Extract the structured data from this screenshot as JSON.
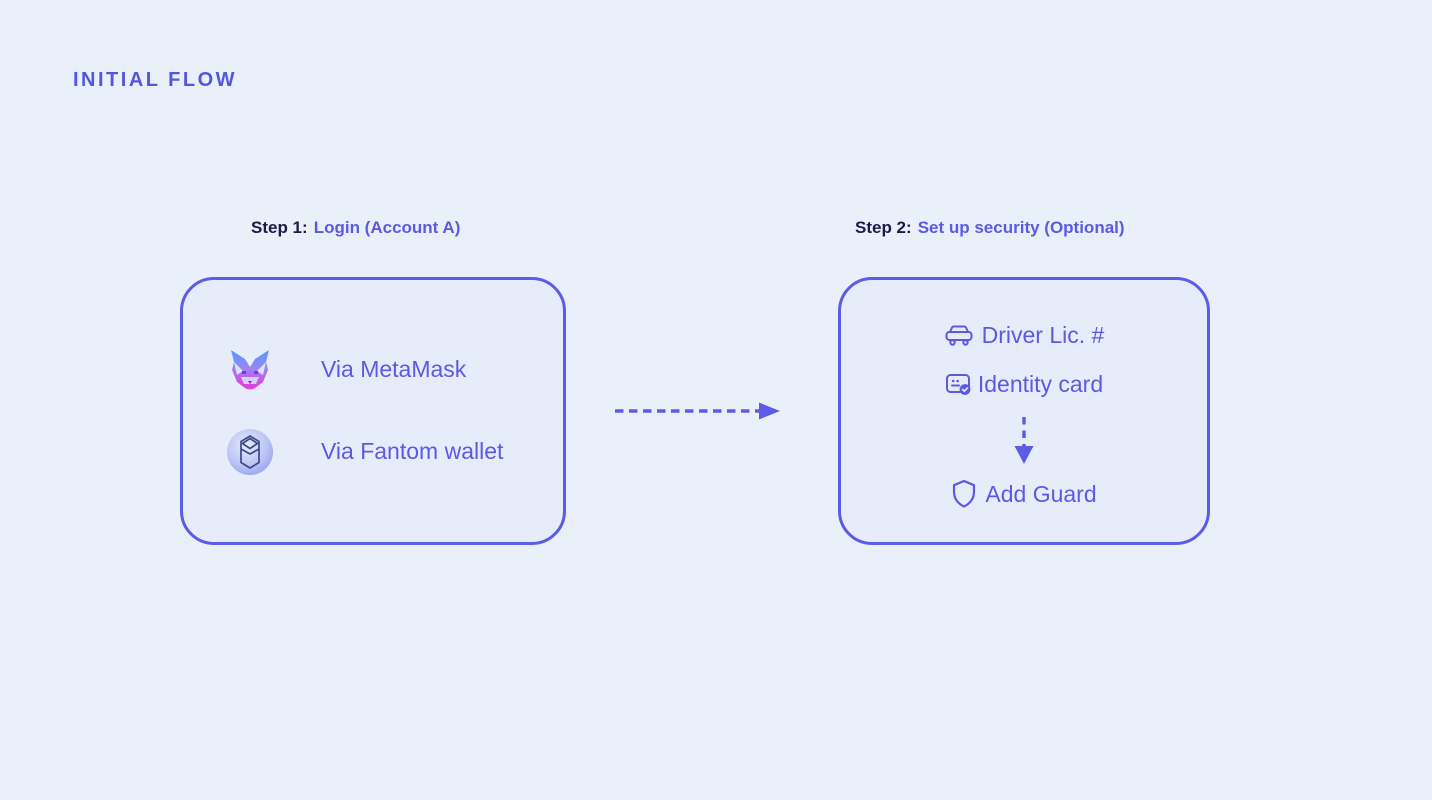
{
  "page": {
    "title": "INITIAL FLOW",
    "background_color": "#e9f0fa",
    "accent_color": "#5c5ce6",
    "purple_text_color": "#5b5ae4",
    "dark_text_color": "#1c1b46"
  },
  "steps": {
    "step1": {
      "prefix": "Step 1:",
      "title": "Login (Account A)"
    },
    "step2": {
      "prefix": "Step 2:",
      "title": "Set up security (Optional)"
    }
  },
  "login_box": {
    "options": [
      {
        "icon": "metamask-icon",
        "label": "Via MetaMask"
      },
      {
        "icon": "fantom-icon",
        "label": "Via Fantom wallet"
      }
    ]
  },
  "connector": {
    "icon": "arrow-right-dashed-icon"
  },
  "security_box": {
    "items": [
      {
        "icon": "car-icon",
        "label": "Driver Lic. #"
      },
      {
        "icon": "id-card-check-icon",
        "label": "Identity card"
      }
    ],
    "divider_icon": "arrow-down-dashed-icon",
    "guard": {
      "icon": "shield-icon",
      "label": "Add Guard"
    }
  }
}
